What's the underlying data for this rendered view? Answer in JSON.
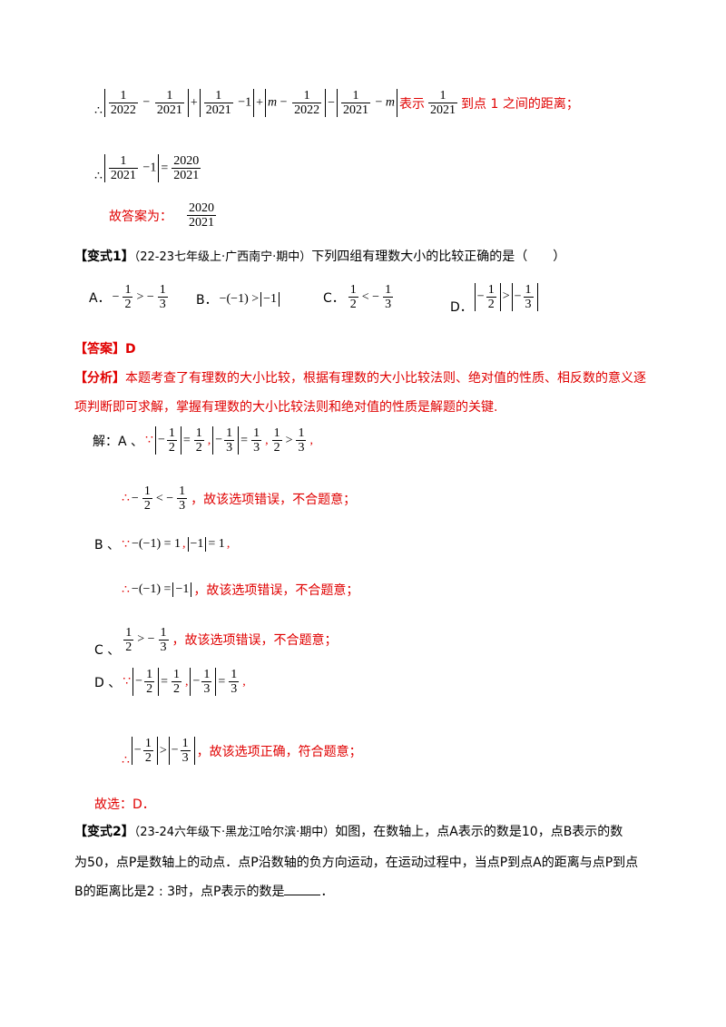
{
  "top": {
    "therefore": "∴",
    "frac_1_2022": {
      "n": "1",
      "d": "2022"
    },
    "frac_1_2021": {
      "n": "1",
      "d": "2021"
    },
    "minus": "−",
    "plus": "+",
    "minus_one": "−1",
    "m": "m",
    "mark_text": "表示",
    "dist_text": "到点 1 之间的距离；",
    "result_num": "2020",
    "result_den": "2021",
    "answer_prefix": "故答案为："
  },
  "variant1": {
    "label": "【变式1】",
    "source": "（22-23七年级上·广西南宁·期中）",
    "question": "下列四组有理数大小的比较正确的是（　　）",
    "options": [
      {
        "letter": "A．",
        "expr": "−1/2 > −1/3"
      },
      {
        "letter": "B．",
        "expr": "−(−1) > |−1|"
      },
      {
        "letter": "C．",
        "expr": "1/2 < −1/3"
      },
      {
        "letter": "D．",
        "expr": "|−1/2| > |−1/3|"
      }
    ],
    "answer": "【答案】D",
    "analysis_label": "【分析】",
    "analysis_line1": "本题考查了有理数的大小比较，根据有理数的大小比较法则、绝对值的性质、相反数的意义逐",
    "analysis_line2": "项判断即可求解，掌握有理数的大小比较法则和绝对值的性质是解题的关键.",
    "sol_label": "解：A 、",
    "because": "∵",
    "therefore": "∴",
    "wrong_text": "，故该选项错误，不合题意；",
    "right_text": "，故该选项正确，符合题意；",
    "b_label": "B 、",
    "c_label": "C 、",
    "d_label": "D 、",
    "final": "故选：D．"
  },
  "variant2": {
    "label": "【变式2】",
    "source": "（23-24六年级下·黑龙江哈尔滨·期中）",
    "line1": "如图，在数轴上，点A表示的数是10，点B表示的数",
    "line2": "为50，点P是数轴上的动点．点P沿数轴的负方向运动，在运动过程中，当点P到点A的距离与点P到点",
    "line3_a": "B的距离比是2 : 3时，点P表示的数是",
    "line3_b": "．"
  }
}
